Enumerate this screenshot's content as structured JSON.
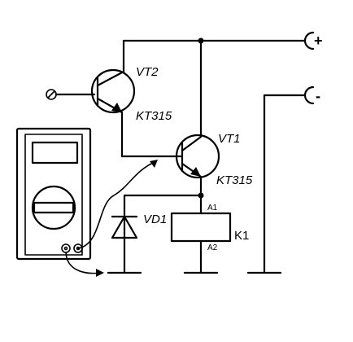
{
  "labels": {
    "vt2": "VT2",
    "vt2_type": "KT315",
    "vt1": "VT1",
    "vt1_type": "KT315",
    "vd1": "VD1",
    "k1": "K1",
    "a1": "A1",
    "a2": "A2",
    "plus": "+",
    "minus": "-"
  },
  "colors": {
    "line": "#000000",
    "background": "#ffffff",
    "meter_display": "#ffffff"
  },
  "icons": [
    "npn-transistor-icon",
    "diode-icon",
    "relay-coil-icon",
    "multimeter-icon",
    "ground-icon",
    "terminal-icon"
  ]
}
